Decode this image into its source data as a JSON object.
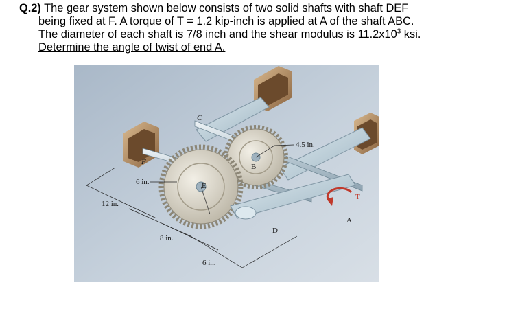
{
  "question": {
    "number": "Q.2)",
    "line1": " The gear system shown below consists of two solid shafts with shaft DEF",
    "line2": "being fixed at F. A torque of T = 1.2 kip-inch is applied at A of the shaft ABC.",
    "line3a": "The diameter of each shaft is 7/8 inch and the shear modulus is 11.2x10",
    "line3sup": "3",
    "line3b": " ksi.",
    "line4": "Determine the angle of twist of end A."
  },
  "figure": {
    "labels": {
      "C": "C",
      "F": "F",
      "B": "B",
      "E": "E",
      "D": "D",
      "A": "A",
      "T": "T",
      "dim_45": "4.5 in.",
      "dim_6_left": "6 in.",
      "dim_12": "12 in.",
      "dim_8": "8 in.",
      "dim_6_bottom": "6 in."
    },
    "colors": {
      "background": "#b9c6d3",
      "shaft": "#c9d6de",
      "support": "#a07850",
      "gear": "#d9d4c8",
      "torque_arrow": "#c0392b"
    }
  }
}
